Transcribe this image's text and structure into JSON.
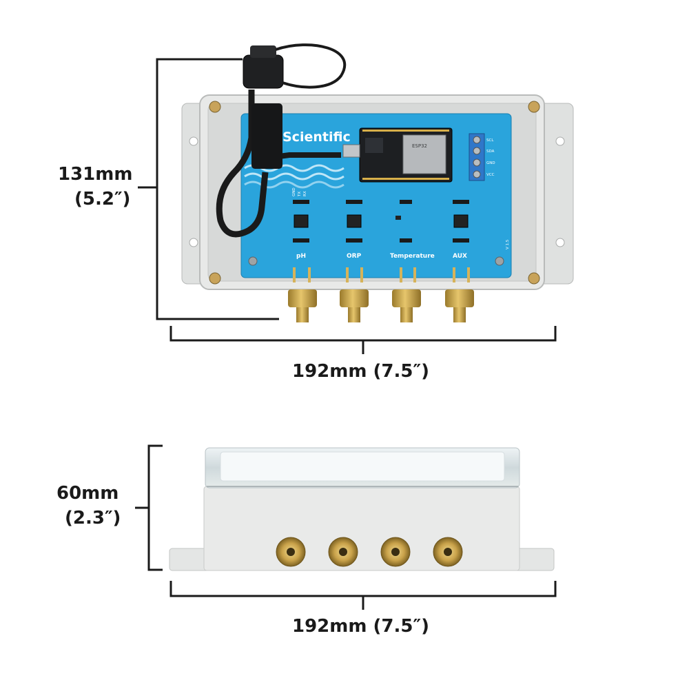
{
  "top_view": {
    "height_label": "131mm",
    "height_label_in": "(5.2″)",
    "width_label": "192mm (7.5″)",
    "board": {
      "brand_text": "Scientific",
      "version": "V 1.5",
      "channel_labels": [
        "pH",
        "ORP",
        "Temperature",
        "AUX"
      ],
      "terminal_labels": [
        "SCL",
        "SDA",
        "GND",
        "VCC"
      ],
      "header_pins": [
        "GND",
        "TX",
        "RX"
      ],
      "module_text": "ESP32"
    }
  },
  "side_view": {
    "height_label": "60mm",
    "height_label_in": "(2.3″)",
    "width_label": "192mm (7.5″)"
  },
  "colors": {
    "enclosure": "#e8e9e8",
    "board": "#2aa4dc",
    "brass": "#c9a24a",
    "text": "#1a1a1a"
  }
}
